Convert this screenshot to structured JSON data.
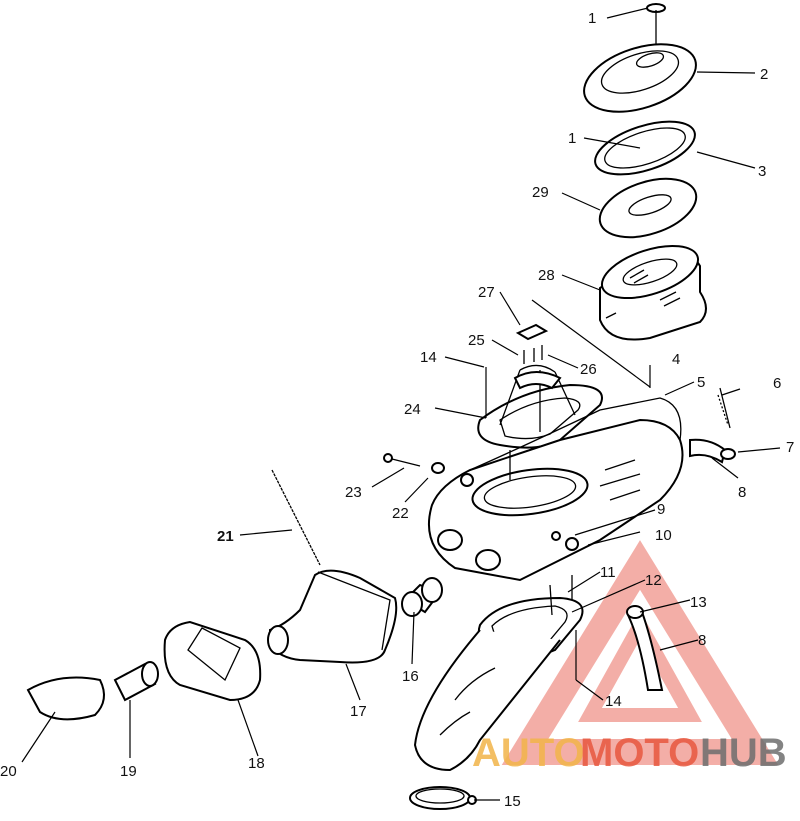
{
  "diagram": {
    "callouts": [
      "1",
      "2",
      "1",
      "3",
      "29",
      "28",
      "27",
      "25",
      "26",
      "14",
      "4",
      "5",
      "6",
      "24",
      "7",
      "8",
      "23",
      "22",
      "21",
      "9",
      "10",
      "11",
      "12",
      "13",
      "8",
      "16",
      "17",
      "20",
      "19",
      "18",
      "14",
      "15"
    ]
  },
  "watermark": {
    "text_auto": "AUTO",
    "text_moto": "MOTO",
    "text_hub": "HUB",
    "colors": {
      "auto": "#f2b54a",
      "moto": "#e8583f",
      "hub": "#6e6e6e",
      "triangle": "#ec7a6e"
    }
  }
}
